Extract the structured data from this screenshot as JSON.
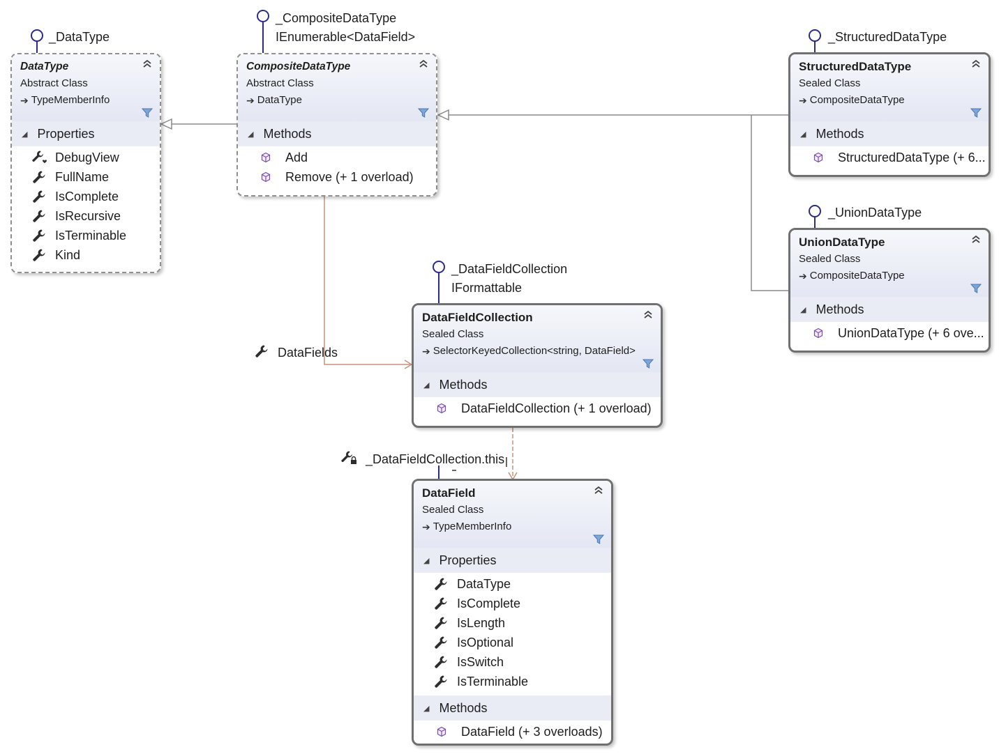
{
  "colors": {
    "interface": "#2b2b8f",
    "inheritance": "#8a8a8a",
    "association": "#c8917a"
  },
  "interfaces": {
    "datatype": "_DataType",
    "composite_1": "_CompositeDataType",
    "composite_2": "IEnumerable<DataField>",
    "structured": "_StructuredDataType",
    "union": "_UnionDataType",
    "collection_1": "_DataFieldCollection",
    "collection_2": "IFormattable"
  },
  "associations": {
    "datafields": "DataFields",
    "indexer": "_DataFieldCollection.this"
  },
  "classes": {
    "datatype": {
      "title": "DataType",
      "kind": "Abstract Class",
      "base": "TypeMemberInfo",
      "sections": [
        {
          "label": "Properties",
          "members": [
            {
              "icon": "property-debug-icon",
              "name": "DebugView"
            },
            {
              "icon": "property-icon",
              "name": "FullName"
            },
            {
              "icon": "property-icon",
              "name": "IsComplete"
            },
            {
              "icon": "property-icon",
              "name": "IsRecursive"
            },
            {
              "icon": "property-icon",
              "name": "IsTerminable"
            },
            {
              "icon": "property-icon",
              "name": "Kind"
            }
          ]
        }
      ]
    },
    "composite": {
      "title": "CompositeDataType",
      "kind": "Abstract Class",
      "base": "DataType",
      "sections": [
        {
          "label": "Methods",
          "members": [
            {
              "icon": "method-icon",
              "name": "Add"
            },
            {
              "icon": "method-icon",
              "name": "Remove (+ 1 overload)"
            }
          ]
        }
      ]
    },
    "structured": {
      "title": "StructuredDataType",
      "kind": "Sealed Class",
      "base": "CompositeDataType",
      "sections": [
        {
          "label": "Methods",
          "members": [
            {
              "icon": "method-icon",
              "name": "StructuredDataType  (+  6..."
            }
          ]
        }
      ]
    },
    "union": {
      "title": "UnionDataType",
      "kind": "Sealed Class",
      "base": "CompositeDataType",
      "sections": [
        {
          "label": "Methods",
          "members": [
            {
              "icon": "method-icon",
              "name": "UnionDataType  (+  6  ove..."
            }
          ]
        }
      ]
    },
    "collection": {
      "title": "DataFieldCollection",
      "kind": "Sealed Class",
      "base": "SelectorKeyedCollection<string, DataField>",
      "sections": [
        {
          "label": "Methods",
          "members": [
            {
              "icon": "method-icon",
              "name": "DataFieldCollection (+ 1 overload)"
            }
          ]
        }
      ]
    },
    "datafield": {
      "title": "DataField",
      "kind": "Sealed Class",
      "base": "TypeMemberInfo",
      "sections": [
        {
          "label": "Properties",
          "members": [
            {
              "icon": "property-icon",
              "name": "DataType"
            },
            {
              "icon": "property-icon",
              "name": "IsComplete"
            },
            {
              "icon": "property-icon",
              "name": "IsLength"
            },
            {
              "icon": "property-icon",
              "name": "IsOptional"
            },
            {
              "icon": "property-icon",
              "name": "IsSwitch"
            },
            {
              "icon": "property-icon",
              "name": "IsTerminable"
            }
          ]
        },
        {
          "label": "Methods",
          "members": [
            {
              "icon": "method-icon",
              "name": "DataField (+ 3 overloads)"
            }
          ]
        }
      ]
    }
  }
}
